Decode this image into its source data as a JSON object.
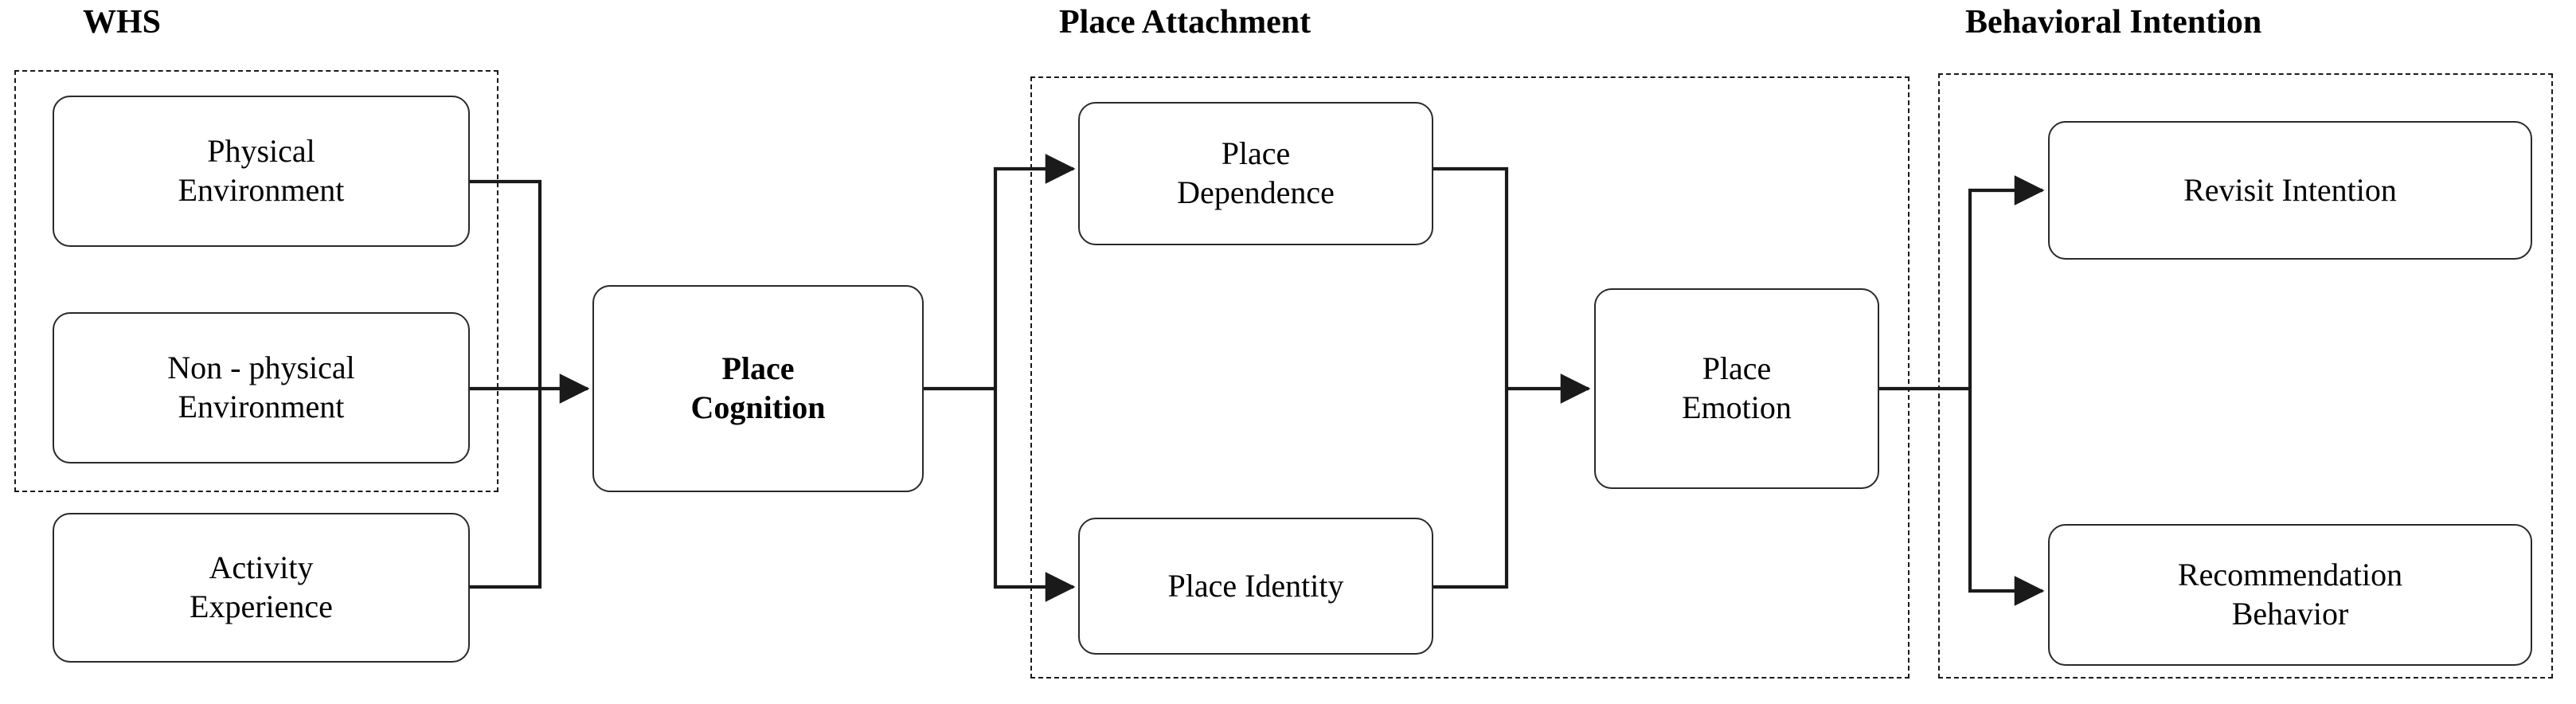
{
  "diagram": {
    "title": "",
    "type": "conceptual-framework-flow",
    "colors": {
      "stroke": "#2a2a2a",
      "group_border": "#1a1a1a",
      "background": "#ffffff",
      "text": "#000000"
    },
    "groups": [
      {
        "id": "whs",
        "label": "WHS"
      },
      {
        "id": "place-attachment",
        "label": "Place Attachment"
      },
      {
        "id": "behavioral-intention",
        "label": "Behavioral Intention"
      }
    ],
    "nodes": [
      {
        "id": "physical-environment",
        "label": "Physical\nEnvironment",
        "bold": false,
        "group": "whs"
      },
      {
        "id": "non-physical-environment",
        "label": "Non - physical\nEnvironment",
        "bold": false,
        "group": "whs"
      },
      {
        "id": "activity-experience",
        "label": "Activity\nExperience",
        "bold": false,
        "group": null
      },
      {
        "id": "place-cognition",
        "label": "Place\nCognition",
        "bold": true,
        "group": null
      },
      {
        "id": "place-dependence",
        "label": "Place\nDependence",
        "bold": false,
        "group": "place-attachment"
      },
      {
        "id": "place-identity",
        "label": "Place Identity",
        "bold": false,
        "group": "place-attachment"
      },
      {
        "id": "place-emotion",
        "label": "Place\nEmotion",
        "bold": false,
        "group": null
      },
      {
        "id": "revisit-intention",
        "label": "Revisit Intention",
        "bold": false,
        "group": "behavioral-intention"
      },
      {
        "id": "recommendation-behavior",
        "label": "Recommendation\nBehavior",
        "bold": false,
        "group": "behavioral-intention"
      }
    ],
    "edges": [
      {
        "from": "physical-environment",
        "to": "place-cognition",
        "arrow": true
      },
      {
        "from": "non-physical-environment",
        "to": "place-cognition",
        "arrow": true
      },
      {
        "from": "activity-experience",
        "to": "place-cognition",
        "arrow": true
      },
      {
        "from": "place-cognition",
        "to": "place-dependence",
        "arrow": true
      },
      {
        "from": "place-cognition",
        "to": "place-identity",
        "arrow": true
      },
      {
        "from": "place-dependence",
        "to": "place-emotion",
        "arrow": true
      },
      {
        "from": "place-identity",
        "to": "place-emotion",
        "arrow": true
      },
      {
        "from": "place-emotion",
        "to": "revisit-intention",
        "arrow": true
      },
      {
        "from": "place-emotion",
        "to": "recommendation-behavior",
        "arrow": true
      }
    ]
  }
}
